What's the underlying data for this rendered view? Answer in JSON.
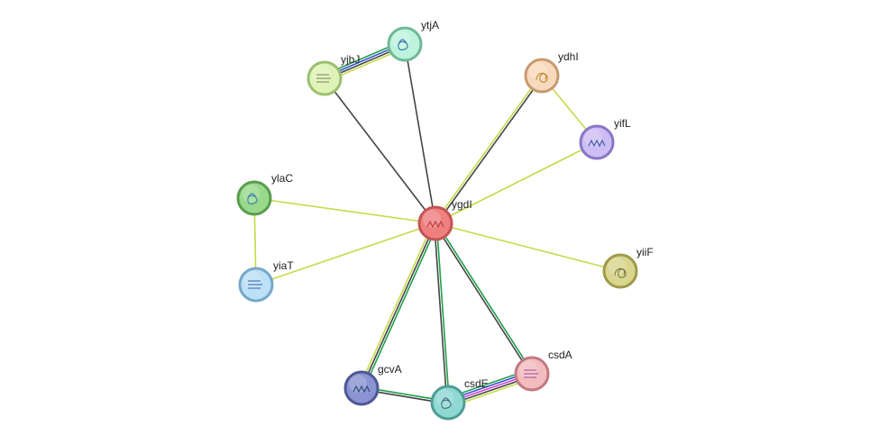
{
  "network": {
    "nodes": [
      {
        "id": "ygdI",
        "label": "ygdI",
        "fill": "#f07f80",
        "stroke": "#c45555",
        "glyph": "#b83a3a",
        "query": true
      },
      {
        "id": "ytjA",
        "label": "ytjA",
        "fill": "#bdf3dc",
        "stroke": "#6fb896",
        "glyph": "#2f6fb0"
      },
      {
        "id": "yjbJ",
        "label": "yjbJ",
        "fill": "#dff3b8",
        "stroke": "#9bbf70",
        "glyph": "#7a7a4a"
      },
      {
        "id": "ydhI",
        "label": "ydhI",
        "fill": "#f9d9bd",
        "stroke": "#c69a70",
        "glyph": "#c08a30"
      },
      {
        "id": "yifL",
        "label": "yifL",
        "fill": "#cdbdf5",
        "stroke": "#8a75c4",
        "glyph": "#3a5aa0"
      },
      {
        "id": "ylaC",
        "label": "ylaC",
        "fill": "#99d98c",
        "stroke": "#5a9c4e",
        "glyph": "#3a7ab0"
      },
      {
        "id": "yiaT",
        "label": "yiaT",
        "fill": "#bde0f7",
        "stroke": "#74a8c8",
        "glyph": "#3060b0"
      },
      {
        "id": "yiiF",
        "label": "yiiF",
        "fill": "#d9d68f",
        "stroke": "#9e9a4a",
        "glyph": "#7a7a40"
      },
      {
        "id": "gcvA",
        "label": "gcvA",
        "fill": "#8b94d3",
        "stroke": "#4e5796",
        "glyph": "#2a4a70"
      },
      {
        "id": "csdE",
        "label": "csdE",
        "fill": "#8fd8d3",
        "stroke": "#4e9c97",
        "glyph": "#4a6a80"
      },
      {
        "id": "csdA",
        "label": "csdA",
        "fill": "#f3bcc0",
        "stroke": "#c07a80",
        "glyph": "#a04a9a"
      }
    ],
    "edges": [
      {
        "source": "ygdI",
        "target": "ytjA",
        "colors": [
          "#444444"
        ]
      },
      {
        "source": "ygdI",
        "target": "yjbJ",
        "colors": [
          "#444444"
        ]
      },
      {
        "source": "ygdI",
        "target": "ydhI",
        "colors": [
          "#c8d94a",
          "#444444"
        ]
      },
      {
        "source": "ygdI",
        "target": "yifL",
        "colors": [
          "#c8d94a"
        ]
      },
      {
        "source": "ygdI",
        "target": "ylaC",
        "colors": [
          "#c8d94a"
        ]
      },
      {
        "source": "ygdI",
        "target": "yiaT",
        "colors": [
          "#c8d94a"
        ]
      },
      {
        "source": "ygdI",
        "target": "yiiF",
        "colors": [
          "#c8d94a"
        ]
      },
      {
        "source": "ygdI",
        "target": "gcvA",
        "colors": [
          "#1fa04a",
          "#444444",
          "#c8d94a"
        ]
      },
      {
        "source": "ygdI",
        "target": "csdE",
        "colors": [
          "#1fa04a",
          "#444444"
        ]
      },
      {
        "source": "ygdI",
        "target": "csdA",
        "colors": [
          "#1fa04a",
          "#444444"
        ]
      },
      {
        "source": "yjbJ",
        "target": "ytjA",
        "colors": [
          "#1fa04a",
          "#3050d0",
          "#444444",
          "#c8d94a"
        ]
      },
      {
        "source": "ydhI",
        "target": "yifL",
        "colors": [
          "#c8d94a"
        ]
      },
      {
        "source": "ylaC",
        "target": "yiaT",
        "colors": [
          "#c8d94a"
        ]
      },
      {
        "source": "gcvA",
        "target": "csdE",
        "colors": [
          "#1fa04a",
          "#444444"
        ]
      },
      {
        "source": "csdE",
        "target": "csdA",
        "colors": [
          "#1fa04a",
          "#3050d0",
          "#d040d0",
          "#444444",
          "#c8d94a"
        ]
      }
    ]
  }
}
